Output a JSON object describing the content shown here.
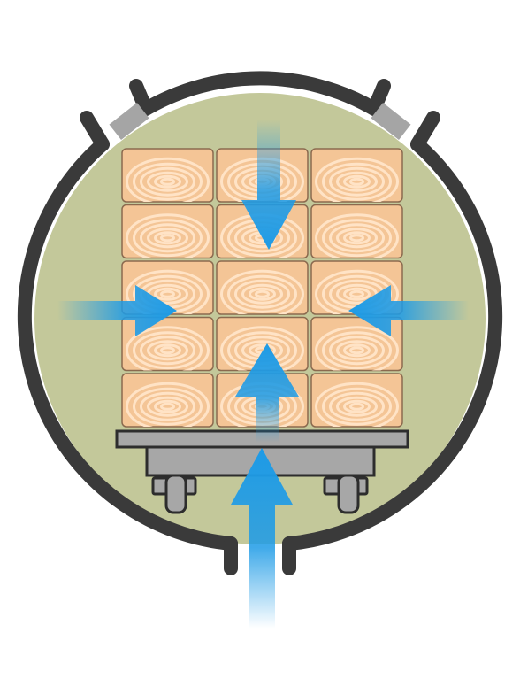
{
  "diagram": {
    "colors": {
      "background": "#ffffff",
      "chamber_interior": "#c3c89a",
      "chamber_wall": "#3a3a3a",
      "valve_gray": "#a5a5a5",
      "wood_base": "#f4c596",
      "wood_ring": "#ffe3c6",
      "wood_border": "#8b6a4f",
      "cart_gray": "#a7a7a7",
      "cart_dark": "#2d2d2d",
      "flow_arrow": "#1e9be6"
    },
    "stack": {
      "rows": 5,
      "columns": 3
    },
    "flows": [
      {
        "name": "flow-arrow-top",
        "direction": "down"
      },
      {
        "name": "flow-arrow-left",
        "direction": "right"
      },
      {
        "name": "flow-arrow-right",
        "direction": "left"
      },
      {
        "name": "flow-arrow-center-up",
        "direction": "up"
      },
      {
        "name": "flow-arrow-bottom-up",
        "direction": "up"
      }
    ]
  }
}
